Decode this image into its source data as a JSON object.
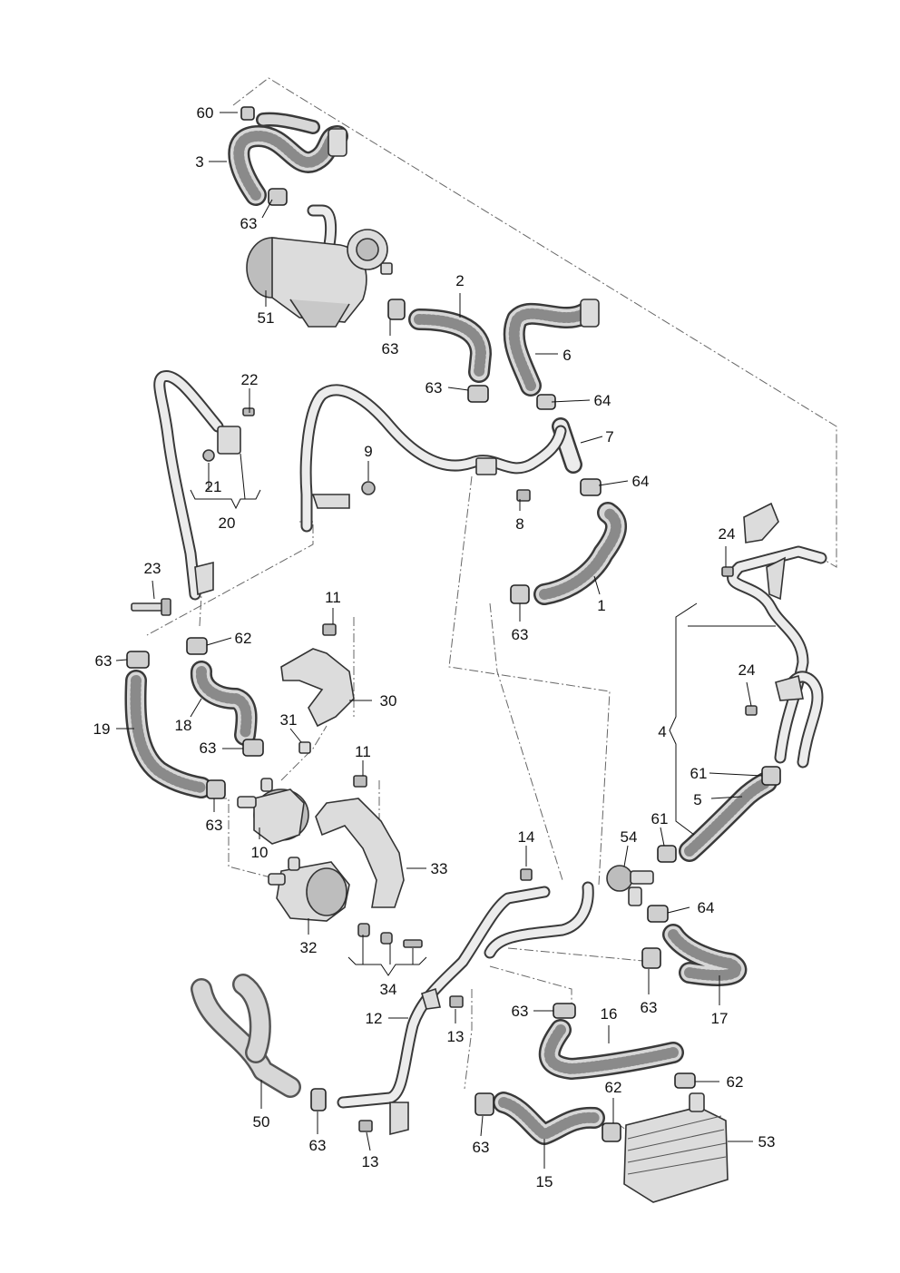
{
  "diagram": {
    "title": "Coolant hoses and pipes exploded diagram",
    "callouts": [
      "60",
      "3",
      "63",
      "51",
      "2",
      "63",
      "63",
      "6",
      "64",
      "7",
      "64",
      "22",
      "21",
      "20",
      "9",
      "8",
      "1",
      "63",
      "23",
      "24",
      "11",
      "62",
      "63",
      "30",
      "18",
      "24",
      "31",
      "63",
      "19",
      "4",
      "11",
      "61",
      "5",
      "63",
      "10",
      "33",
      "14",
      "54",
      "61",
      "64",
      "32",
      "34",
      "12",
      "13",
      "63",
      "16",
      "63",
      "17",
      "50",
      "63",
      "13",
      "62",
      "63",
      "62",
      "53",
      "15"
    ]
  }
}
